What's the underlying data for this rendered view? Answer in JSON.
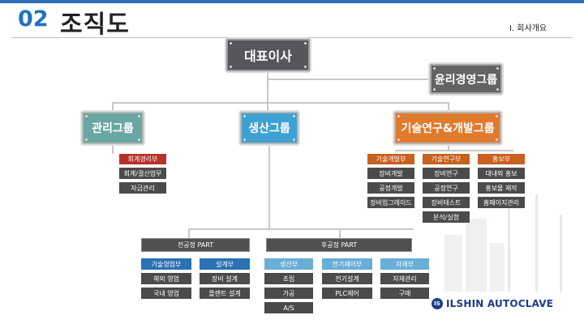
{
  "header": {
    "section_number": "02",
    "section_title": "조직도",
    "breadcrumb": "Ⅰ. 회사개요"
  },
  "org": {
    "ceo": "대표이사",
    "ethics": "윤리경영그룹",
    "management": {
      "title": "관리그룹",
      "head": "회계경리부",
      "items": [
        "회계/결산업무",
        "자금관리"
      ]
    },
    "production": {
      "title": "생산그룹"
    },
    "rnd": {
      "title": "기술연구&개발그룹",
      "departments": [
        {
          "head": "기술개발부",
          "items": [
            "장비개발",
            "공정개발",
            "장비업그레이드"
          ]
        },
        {
          "head": "기술연구부",
          "items": [
            "장비연구",
            "공정연구",
            "장비테스트",
            "분석/실험"
          ]
        },
        {
          "head": "홍보부",
          "items": [
            "대내외 홍보",
            "홍보물 제작",
            "홈페이지관리"
          ]
        }
      ]
    },
    "pre_part": {
      "title": "전공정 PART",
      "departments": [
        {
          "head": "기술영업부",
          "items": [
            "해외 영업",
            "국내 영업"
          ]
        },
        {
          "head": "설계부",
          "items": [
            "장비 설계",
            "플랜트 설계"
          ]
        }
      ]
    },
    "post_part": {
      "title": "후공정 PART",
      "departments": [
        {
          "head": "생산부",
          "items": [
            "조립",
            "가공",
            "A/S"
          ]
        },
        {
          "head": "전기제어부",
          "items": [
            "전기설계",
            "PLC제어"
          ]
        },
        {
          "head": "자재부",
          "items": [
            "자재관리",
            "구매"
          ]
        }
      ]
    }
  },
  "logo": {
    "mark": "IS",
    "text": "ILSHIN AUTOCLAVE"
  },
  "colors": {
    "accent": "#1e73c4",
    "ceo": "#555659",
    "management": "#6aa7a3",
    "production": "#3ea1d2",
    "rnd": "#e07a2d"
  }
}
